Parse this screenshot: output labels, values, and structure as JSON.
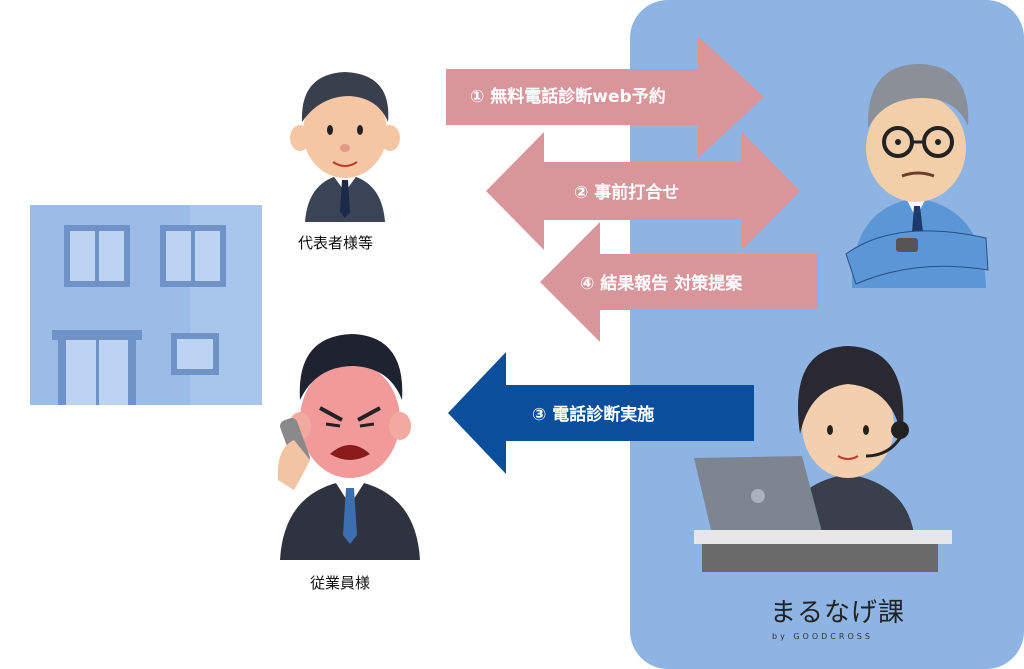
{
  "actors": {
    "representative": "代表者様等",
    "employee": "従業員様"
  },
  "arrows": {
    "step1": "① 無料電話診断web予約",
    "step2": "② 事前打合せ",
    "step4": "④ 結果報告 対策提案",
    "step3": "③ 電話診断実施"
  },
  "brand": {
    "name": "まるなげ課",
    "sub": "by GOODCROSS"
  },
  "colors": {
    "panel": "#8db4e2",
    "pink_arrow": "#d9969a",
    "blue_arrow": "#0b4f9c",
    "building": "#9bbce6"
  }
}
